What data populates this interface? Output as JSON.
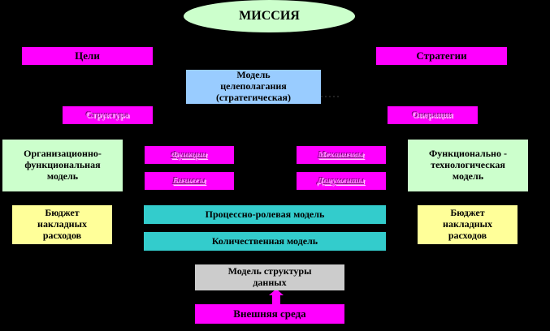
{
  "mission": "МИССИЯ",
  "goals": "Цели",
  "strategies": "Стратегии",
  "strategic_model": [
    "Модель",
    "целеполагания",
    "(стратегическая)"
  ],
  "structure": "Структура",
  "operations": "Операции",
  "org_func_model": [
    "Организационно-",
    "функциональная",
    "модель"
  ],
  "func_tech_model": [
    "Функционально -",
    "технологическая",
    "модель"
  ],
  "left_ghost_1": "Функции",
  "left_ghost_2": "Бизнесы",
  "right_ghost_1": "Механизмы",
  "right_ghost_2": "Документы",
  "budget_left": [
    "Бюджет",
    "накладных",
    "расходов"
  ],
  "budget_right": [
    "Бюджет",
    "накладных",
    "расходов"
  ],
  "process_role_model": "Процессно-ролевая модель",
  "quantitative_model": "Количественная модель",
  "data_structure_model": [
    "Модель структуры",
    "данных"
  ],
  "external_env": "Внешняя среда",
  "colors": {
    "magenta": "#ff00ff",
    "teal": "#33cccc",
    "green": "#ccffcc",
    "yellow": "#ffff99",
    "blue": "#99ccff",
    "grey": "#cccccc",
    "background": "#000000"
  }
}
